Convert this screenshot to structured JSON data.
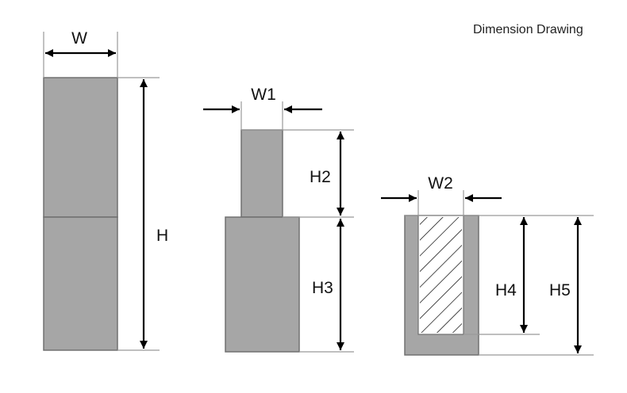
{
  "title": "Dimension Drawing",
  "colors": {
    "block_fill": "#a6a6a6",
    "block_stroke": "#707070",
    "line": "#999999",
    "arrow": "#000000",
    "background": "#ffffff"
  },
  "dimensions": {
    "w": "W",
    "h": "H",
    "w1": "W1",
    "h2": "H2",
    "h3": "H3",
    "w2": "W2",
    "h4": "H4",
    "h5": "H5"
  }
}
